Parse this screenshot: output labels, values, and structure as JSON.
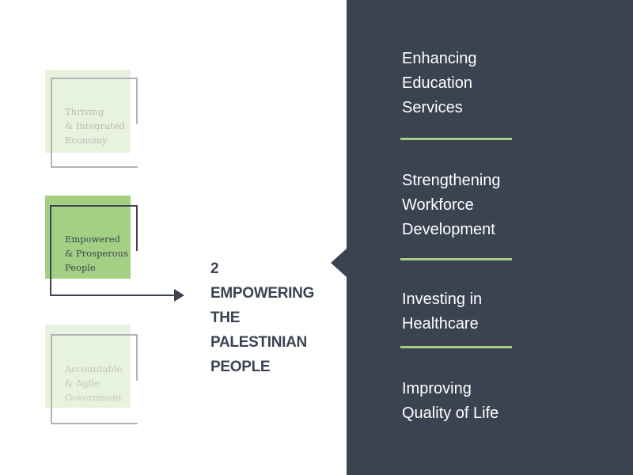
{
  "pillars": [
    {
      "lines": [
        "Thriving",
        "& Integrated",
        "Economy"
      ],
      "state": "inactive"
    },
    {
      "lines": [
        "Empowered",
        "& Prosperous",
        "People"
      ],
      "state": "active"
    },
    {
      "lines": [
        "Accountable",
        "& Agile",
        "Government"
      ],
      "state": "inactive"
    }
  ],
  "heading": {
    "lines": [
      "2",
      "EMPOWERING",
      "THE",
      "PALESTINIAN",
      "PEOPLE"
    ]
  },
  "priorities": [
    {
      "lines": [
        "Enhancing",
        "Education",
        "Services"
      ]
    },
    {
      "lines": [
        "Strengthening",
        "Workforce",
        "Development"
      ]
    },
    {
      "lines": [
        "Investing in",
        "Healthcare"
      ]
    },
    {
      "lines": [
        "Improving",
        "Quality of Life"
      ]
    }
  ],
  "colors": {
    "dark": "#3b4352",
    "green": "#a3d083",
    "light_green": "#e7f2df",
    "gray": "#b5b5b5"
  }
}
